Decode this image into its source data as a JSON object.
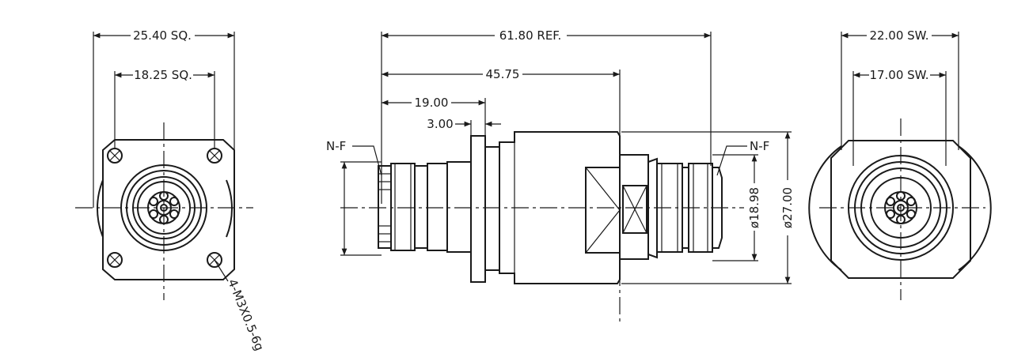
{
  "front_view": {
    "dim_outer": "25.40 SQ.",
    "dim_inner": "18.25 SQ.",
    "thread_note": "4-M3X0.5-6g"
  },
  "side_view": {
    "dim_overall": "61.80 REF.",
    "dim_body": "45.75",
    "dim_front": "19.00",
    "dim_flange": "3.00",
    "connector_left": "N-F",
    "connector_right": "N-F",
    "dia_small": "ø18.98",
    "dia_large": "ø27.00"
  },
  "rear_view": {
    "dim_outer_sw": "22.00 SW.",
    "dim_inner_sw": "17.00 SW."
  }
}
